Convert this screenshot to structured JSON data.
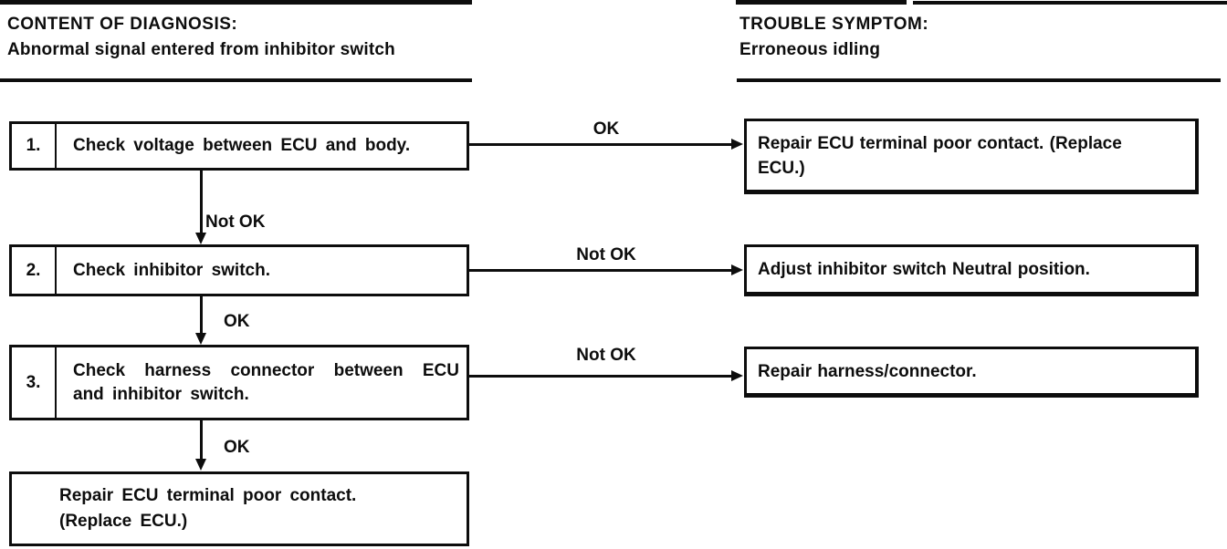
{
  "colors": {
    "ink": "#0d0d0d",
    "paper": "#ffffff"
  },
  "header": {
    "left": {
      "title": "CONTENT OF DIAGNOSIS:",
      "subtitle": "Abnormal signal entered from inhibitor switch"
    },
    "right": {
      "title": "TROUBLE SYMPTOM:",
      "subtitle": "Erroneous idling"
    }
  },
  "flow": {
    "steps": [
      {
        "number": "1.",
        "label": "Check voltage between ECU and body.",
        "side_label": "OK",
        "result_line1": "Repair ECU terminal poor contact. (Replace",
        "result_line2": "ECU.)",
        "down_label": "Not OK"
      },
      {
        "number": "2.",
        "label": "Check inhibitor switch.",
        "side_label": "Not OK",
        "result_line1": "Adjust inhibitor switch Neutral position.",
        "down_label": "OK"
      },
      {
        "number": "3.",
        "label_line1": "Check harness connector between ECU",
        "label_line2": "and inhibitor switch.",
        "side_label": "Not OK",
        "result_line1": "Repair harness/connector.",
        "down_label": "OK"
      }
    ],
    "final": {
      "line1": "Repair ECU terminal poor contact.",
      "line2": "(Replace ECU.)"
    }
  }
}
